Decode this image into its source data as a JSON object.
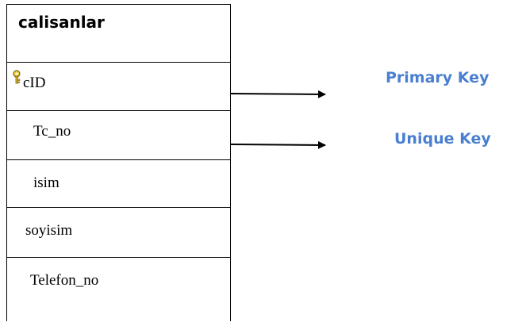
{
  "table": {
    "title": "calisanlar",
    "fields": [
      {
        "name": "cID",
        "key_icon": "key-icon"
      },
      {
        "name": "Tc_no"
      },
      {
        "name": "isim"
      },
      {
        "name": "soyisim"
      },
      {
        "name": "Telefon_no"
      }
    ]
  },
  "callouts": {
    "primary": "Primary Key",
    "unique": "Unique Key"
  },
  "colors": {
    "callout_text": "#4a7fd0",
    "lines": "#000000"
  }
}
